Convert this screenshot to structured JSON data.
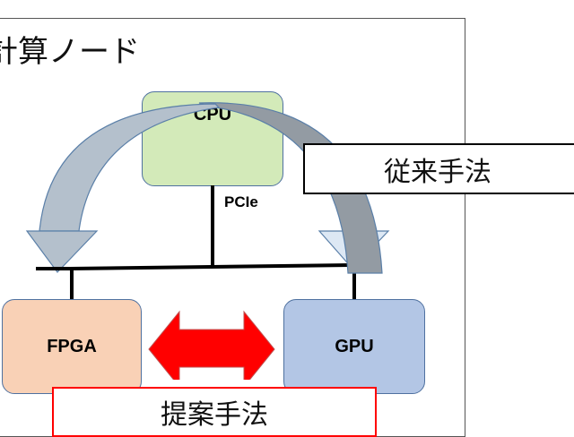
{
  "title": "計算ノード",
  "nodes": {
    "cpu": "CPU",
    "fpga": "FPGA",
    "gpu": "GPU"
  },
  "bus_label": "PCIe",
  "labels": {
    "conventional": "従来手法",
    "proposed": "提案手法"
  },
  "colors": {
    "cpu": "#d3eab9",
    "fpga": "#f9d1b6",
    "gpu": "#b3c6e5",
    "proposed_arrow": "#ff0000",
    "conventional_arrow_left": "#b4c0cc",
    "conventional_arrow_right": "#939ba3"
  }
}
